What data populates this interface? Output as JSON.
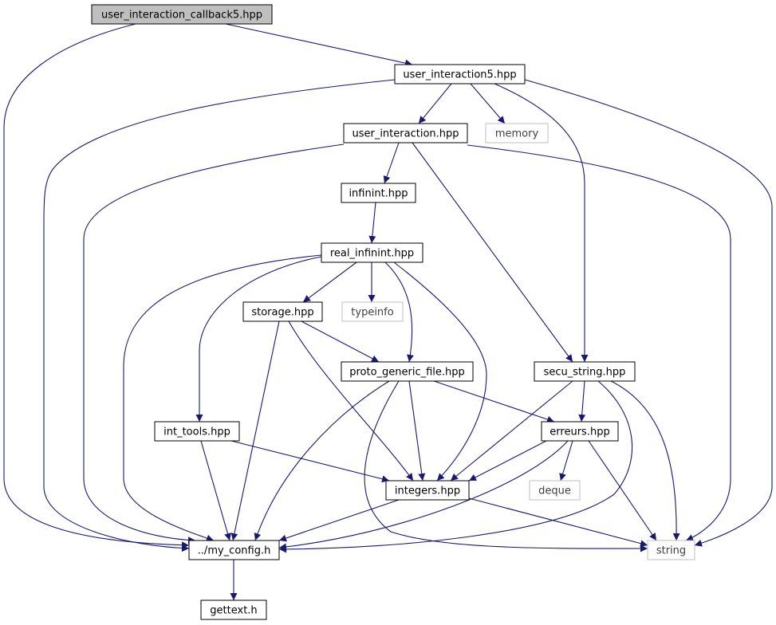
{
  "colors": {
    "root_fill": "#bfbfbf",
    "node_fill": "#ffffff",
    "node_stroke": "#000000",
    "external_stroke": "#bfbfbf",
    "edge": "#191970"
  },
  "nodes": [
    {
      "id": "user_interaction_callback5",
      "label": "user_interaction_callback5.hpp",
      "kind": "root"
    },
    {
      "id": "user_interaction5",
      "label": "user_interaction5.hpp",
      "kind": "file"
    },
    {
      "id": "user_interaction",
      "label": "user_interaction.hpp",
      "kind": "file"
    },
    {
      "id": "memory",
      "label": "memory",
      "kind": "external"
    },
    {
      "id": "infinint",
      "label": "infinint.hpp",
      "kind": "file"
    },
    {
      "id": "real_infinint",
      "label": "real_infinint.hpp",
      "kind": "file"
    },
    {
      "id": "storage",
      "label": "storage.hpp",
      "kind": "file"
    },
    {
      "id": "typeinfo",
      "label": "typeinfo",
      "kind": "external"
    },
    {
      "id": "proto_generic_file",
      "label": "proto_generic_file.hpp",
      "kind": "file"
    },
    {
      "id": "secu_string",
      "label": "secu_string.hpp",
      "kind": "file"
    },
    {
      "id": "int_tools",
      "label": "int_tools.hpp",
      "kind": "file"
    },
    {
      "id": "erreurs",
      "label": "erreurs.hpp",
      "kind": "file"
    },
    {
      "id": "integers",
      "label": "integers.hpp",
      "kind": "file"
    },
    {
      "id": "deque",
      "label": "deque",
      "kind": "external"
    },
    {
      "id": "my_config",
      "label": "../my_config.h",
      "kind": "file"
    },
    {
      "id": "string",
      "label": "string",
      "kind": "external"
    },
    {
      "id": "gettext",
      "label": "gettext.h",
      "kind": "file"
    }
  ],
  "edges": [
    {
      "from": "user_interaction_callback5",
      "to": "user_interaction5"
    },
    {
      "from": "user_interaction_callback5",
      "to": "my_config"
    },
    {
      "from": "user_interaction5",
      "to": "user_interaction"
    },
    {
      "from": "user_interaction5",
      "to": "memory"
    },
    {
      "from": "user_interaction5",
      "to": "secu_string"
    },
    {
      "from": "user_interaction5",
      "to": "my_config"
    },
    {
      "from": "user_interaction5",
      "to": "string"
    },
    {
      "from": "user_interaction",
      "to": "infinint"
    },
    {
      "from": "user_interaction",
      "to": "secu_string"
    },
    {
      "from": "user_interaction",
      "to": "my_config"
    },
    {
      "from": "user_interaction",
      "to": "string"
    },
    {
      "from": "infinint",
      "to": "real_infinint"
    },
    {
      "from": "real_infinint",
      "to": "storage"
    },
    {
      "from": "real_infinint",
      "to": "typeinfo"
    },
    {
      "from": "real_infinint",
      "to": "proto_generic_file"
    },
    {
      "from": "real_infinint",
      "to": "int_tools"
    },
    {
      "from": "real_infinint",
      "to": "integers"
    },
    {
      "from": "real_infinint",
      "to": "my_config"
    },
    {
      "from": "storage",
      "to": "proto_generic_file"
    },
    {
      "from": "storage",
      "to": "integers"
    },
    {
      "from": "storage",
      "to": "my_config"
    },
    {
      "from": "proto_generic_file",
      "to": "erreurs"
    },
    {
      "from": "proto_generic_file",
      "to": "integers"
    },
    {
      "from": "proto_generic_file",
      "to": "my_config"
    },
    {
      "from": "proto_generic_file",
      "to": "string"
    },
    {
      "from": "secu_string",
      "to": "erreurs"
    },
    {
      "from": "secu_string",
      "to": "integers"
    },
    {
      "from": "secu_string",
      "to": "my_config"
    },
    {
      "from": "secu_string",
      "to": "string"
    },
    {
      "from": "int_tools",
      "to": "integers"
    },
    {
      "from": "int_tools",
      "to": "my_config"
    },
    {
      "from": "erreurs",
      "to": "integers"
    },
    {
      "from": "erreurs",
      "to": "deque"
    },
    {
      "from": "erreurs",
      "to": "my_config"
    },
    {
      "from": "erreurs",
      "to": "string"
    },
    {
      "from": "integers",
      "to": "my_config"
    },
    {
      "from": "integers",
      "to": "string"
    },
    {
      "from": "my_config",
      "to": "gettext"
    }
  ]
}
